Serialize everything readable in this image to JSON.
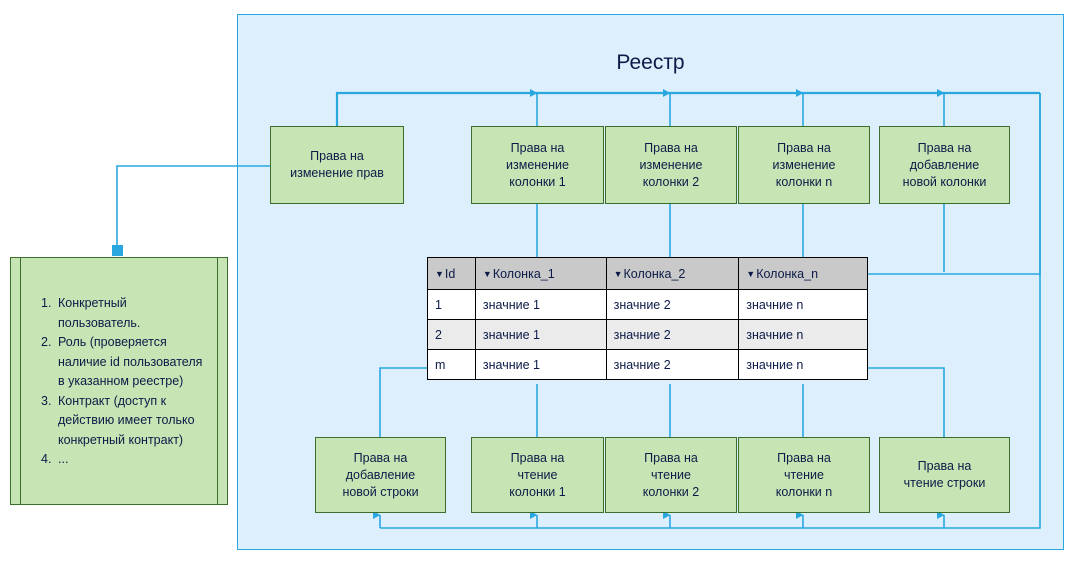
{
  "diagram": {
    "title": "Реестр",
    "accent_color": "#29a8e0",
    "container_fill": "#ddeffc",
    "node_fill": "#c6e4b4",
    "node_border": "#3b6e2b",
    "header_fill": "#c9c9c9",
    "alt_row_fill": "#ebebeb"
  },
  "top_nodes": [
    {
      "id": "rights-change-rights",
      "label": "Права на\nизменение прав"
    },
    {
      "id": "rights-change-col-1",
      "label": "Права на\nизменение\nколонки 1"
    },
    {
      "id": "rights-change-col-2",
      "label": "Права на\nизменение\nколонки 2"
    },
    {
      "id": "rights-change-col-n",
      "label": "Права на\nизменение\nколонки n"
    },
    {
      "id": "rights-add-new-col",
      "label": "Права на\nдобавление\nновой колонки"
    }
  ],
  "bottom_nodes": [
    {
      "id": "rights-add-new-row",
      "label": "Права на\nдобавление\nновой строки"
    },
    {
      "id": "rights-read-col-1",
      "label": "Права на\nчтение\nколонки 1"
    },
    {
      "id": "rights-read-col-2",
      "label": "Права на\nчтение\nколонки 2"
    },
    {
      "id": "rights-read-col-n",
      "label": "Права на\nчтение\nколонки n"
    },
    {
      "id": "rights-read-row",
      "label": "Права на\nчтение строки"
    }
  ],
  "note": {
    "items": [
      {
        "num": "1.",
        "text": "Конкретный пользователь."
      },
      {
        "num": "2.",
        "text": "Роль (проверяется наличие id пользователя в указанном реестре)"
      },
      {
        "num": "3.",
        "text": "Контракт (доступ к действию имеет только конкретный контракт)"
      },
      {
        "num": "4.",
        "text": "..."
      }
    ]
  },
  "table": {
    "filter_glyph": "▼",
    "columns": [
      "Id",
      "Колонка_1",
      "Колонка_2",
      "Колонка_n"
    ],
    "rows": [
      [
        "1",
        "значние 1",
        "значние 2",
        "значние n"
      ],
      [
        "2",
        "значние 1",
        "значние 2",
        "значние n"
      ],
      [
        "m",
        "значние 1",
        "значние 2",
        "значние n"
      ]
    ]
  }
}
